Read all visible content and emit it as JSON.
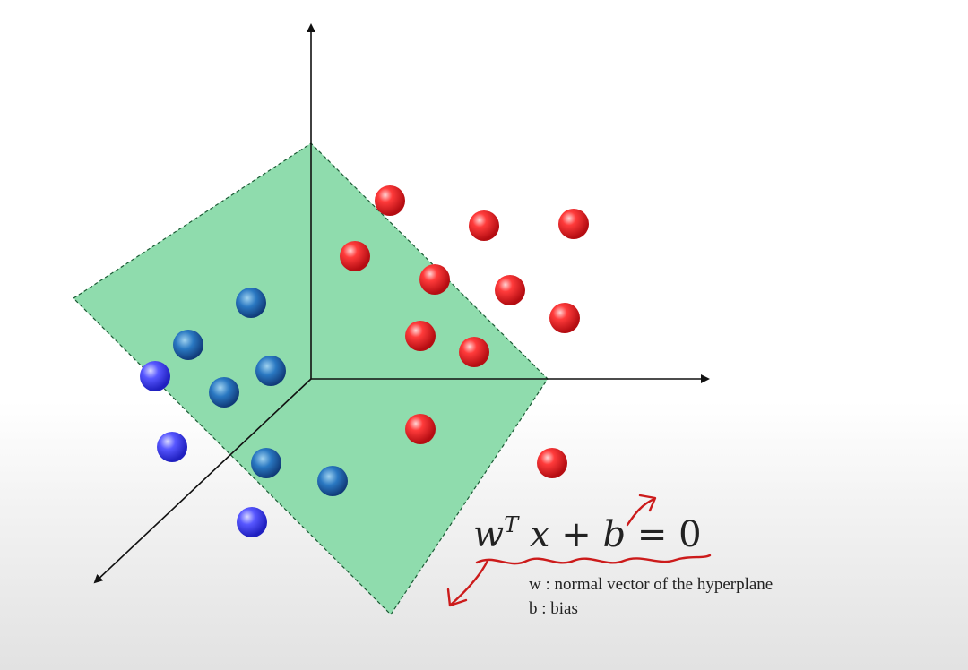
{
  "equation": {
    "w": "w",
    "superscript": "T",
    "rest_x": "x",
    "plus": "+",
    "b": "b",
    "equals": "=",
    "zero": "0"
  },
  "legend": {
    "w_line": "w : normal vector of the hyperplane",
    "b_line": "b  : bias"
  },
  "colors": {
    "plane": "#8fdcad",
    "red_points": "#e8262a",
    "blue_points_dark": "#1f5fbf",
    "blue_points_light": "#4343ee",
    "annotation": "#cc1b1b"
  }
}
